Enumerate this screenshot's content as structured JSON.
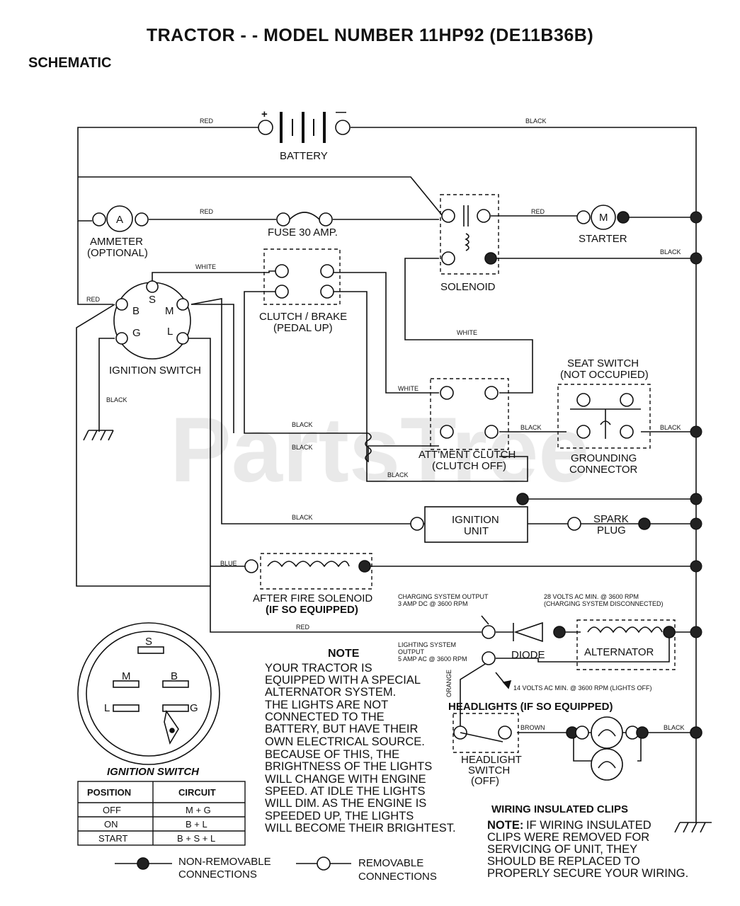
{
  "header": {
    "title": "TRACTOR - - MODEL NUMBER 11HP92  (DE11B36B)",
    "subtitle": "SCHEMATIC"
  },
  "components": {
    "battery": "BATTERY",
    "battery_plus": "+",
    "battery_minus": "—",
    "ammeter_line1": "AMMETER",
    "ammeter_line2": "(OPTIONAL)",
    "ammeter_symbol": "A",
    "fuse": "FUSE 30 AMP.",
    "solenoid": "SOLENOID",
    "starter": "STARTER",
    "starter_symbol": "M",
    "ignition_switch": "IGNITION SWITCH",
    "clutch_brake_line1": "CLUTCH / BRAKE",
    "clutch_brake_line2": "(PEDAL UP)",
    "seat_switch_line1": "SEAT SWITCH",
    "seat_switch_line2": "(NOT OCCUPIED)",
    "grounding_line1": "GROUNDING",
    "grounding_line2": "CONNECTOR",
    "attment_line1": "ATT'MENT CLUTCH",
    "attment_line2": "(CLUTCH OFF)",
    "ignition_unit_line1": "IGNITION",
    "ignition_unit_line2": "UNIT",
    "spark_plug_line1": "SPARK",
    "spark_plug_line2": "PLUG",
    "after_fire_line1": "AFTER FIRE SOLENOID",
    "after_fire_line2": "(IF SO EQUIPPED)",
    "diode": "DIODE",
    "alternator": "ALTERNATOR",
    "headlights": "HEADLIGHTS (IF SO EQUIPPED)",
    "headlight_switch_line1": "HEADLIGHT",
    "headlight_switch_line2": "SWITCH",
    "headlight_switch_line3": "(OFF)"
  },
  "terminals": {
    "B": "B",
    "S": "S",
    "M": "M",
    "G": "G",
    "L": "L"
  },
  "wires": {
    "red_top": "RED",
    "black_top": "BLACK",
    "red_fuse": "RED",
    "red_starter": "RED",
    "black_solenoid": "BLACK",
    "white_top": "WHITE",
    "red_left": "RED",
    "white_mid": "WHITE",
    "white_att": "WHITE",
    "black_ground": "BLACK",
    "black_att1": "BLACK",
    "black_att2": "BLACK",
    "black_att3": "BLACK",
    "black_seat1": "BLACK",
    "black_seat2": "BLACK",
    "black_ign": "BLACK",
    "blue": "BLUE",
    "red_diode": "RED",
    "orange": "ORANGE",
    "brown": "BROWN",
    "black_head": "BLACK"
  },
  "annotations": {
    "charge_out_1": "CHARGING SYSTEM OUTPUT",
    "charge_out_2": "3 AMP DC @ 3600 RPM",
    "volts28_1": "28 VOLTS AC MIN. @ 3600 RPM",
    "volts28_2": "(CHARGING SYSTEM DISCONNECTED)",
    "light_out_1": "LIGHTING SYSTEM",
    "light_out_2": "OUTPUT",
    "light_out_3": "5 AMP AC @ 3600 RPM",
    "volts14": "14 VOLTS AC MIN. @ 3600 RPM (LIGHTS OFF)"
  },
  "note": {
    "heading": "NOTE",
    "lines": [
      "YOUR TRACTOR IS",
      "EQUIPPED WITH A SPECIAL",
      "ALTERNATOR SYSTEM.",
      "THE LIGHTS ARE NOT",
      "CONNECTED TO THE",
      "BATTERY, BUT HAVE THEIR",
      "OWN ELECTRICAL SOURCE.",
      "BECAUSE OF THIS, THE",
      "BRIGHTNESS OF THE LIGHTS",
      "WILL CHANGE WITH ENGINE",
      "SPEED.  AT IDLE THE LIGHTS",
      "WILL DIM.  AS THE ENGINE IS",
      "SPEEDED UP, THE LIGHTS",
      "WILL BECOME THEIR BRIGHTEST."
    ]
  },
  "ignition_table": {
    "title": "IGNITION SWITCH",
    "headers": [
      "POSITION",
      "CIRCUIT"
    ],
    "rows": [
      [
        "OFF",
        "M + G"
      ],
      [
        "ON",
        "B + L"
      ],
      [
        "START",
        "B + S + L"
      ]
    ]
  },
  "legend": {
    "non_removable_1": "NON-REMOVABLE",
    "non_removable_2": "CONNECTIONS",
    "removable_1": "REMOVABLE",
    "removable_2": "CONNECTIONS"
  },
  "clips": {
    "heading": "WIRING INSULATED CLIPS",
    "note_label": "NOTE:",
    "lines": [
      "IF WIRING INSULATED",
      "CLIPS WERE REMOVED FOR",
      "SERVICING OF UNIT, THEY",
      "SHOULD BE REPLACED TO",
      "PROPERLY SECURE YOUR WIRING."
    ]
  },
  "watermark": "PartsTree"
}
